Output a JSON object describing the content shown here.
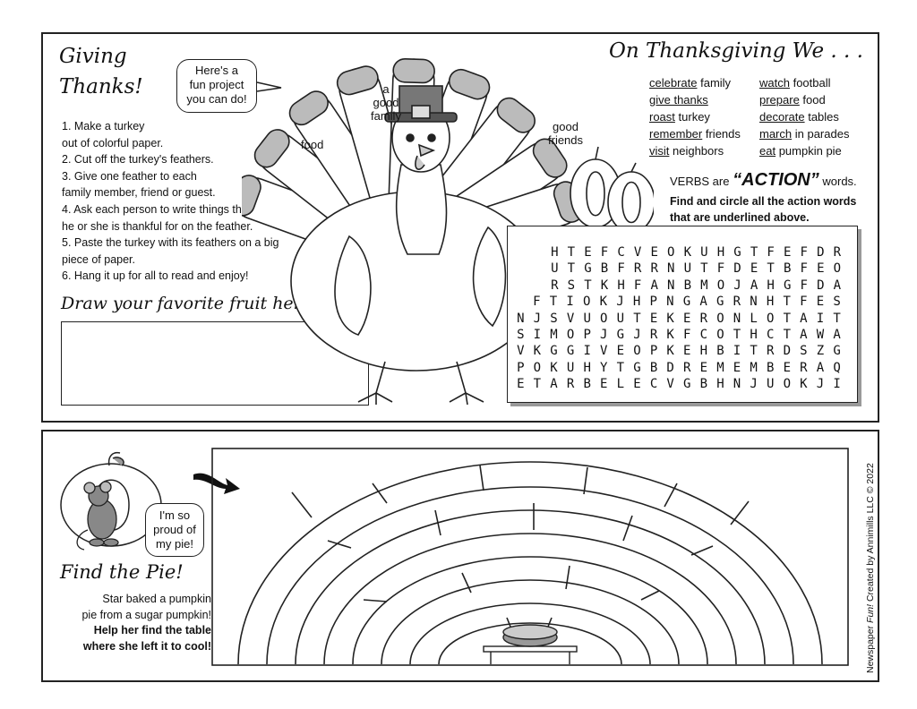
{
  "top": {
    "title_line1": "Giving",
    "title_line2": "Thanks!",
    "bubble": [
      "Here's a",
      "fun project",
      "you can do!"
    ],
    "steps": [
      "1. Make a turkey\n    out of colorful paper.",
      "2. Cut off the turkey's feathers.",
      "3. Give one feather to each\n    family member, friend or guest.",
      "4. Ask each person to write things that\n    he or she is thankful for on the feather.",
      "5. Paste the turkey with its feathers on a big\n    piece of paper.",
      "6. Hang it up for all to read and enjoy!"
    ],
    "draw_prompt": "Draw your favorite fruit here:",
    "feather_words": {
      "food": "food",
      "family": [
        "a",
        "good",
        "family"
      ],
      "friends": [
        "good",
        "friends"
      ]
    }
  },
  "verbs": {
    "title": "On Thanksgiving We . . .",
    "left": [
      {
        "verb": "celebrate",
        "rest": " family"
      },
      {
        "verb": "give thanks",
        "rest": ""
      },
      {
        "verb": "roast",
        "rest": " turkey"
      },
      {
        "verb": "remember",
        "rest": " friends"
      },
      {
        "verb": "visit",
        "rest": " neighbors"
      }
    ],
    "right": [
      {
        "verb": "watch",
        "rest": " football"
      },
      {
        "verb": "prepare",
        "rest": " food"
      },
      {
        "verb": "decorate",
        "rest": " tables"
      },
      {
        "verb": "march",
        "rest": " in parades"
      },
      {
        "verb": "eat",
        "rest": " pumpkin pie"
      }
    ],
    "note_pre": "VERBS are ",
    "note_action": "“ACTION”",
    "note_post": " words.",
    "instr1": "Find and circle all the action words",
    "instr2": "that are underlined above."
  },
  "wordsearch": [
    "HTEFCVEOKUHGTFEFDR",
    "UTGBFRRNUTFDETBFEO",
    "RSTKHFANBMOJAHGFDA",
    "FTIOKJHPNGAGRNHTFES",
    "NJSVUOUTEKERONLOTAIT",
    "SIMOPJGJRKFCOTHCTAWA",
    "VKGGIVEOPKEHBITRDSZG",
    "POKUHYTGBDREMEMBERAQ",
    "ETARBELECVGBHNJUOKJI"
  ],
  "bottom": {
    "mouse_bubble": [
      "I'm so",
      "proud of",
      "my pie!"
    ],
    "title": "Find the Pie!",
    "line1": "Star baked a pumpkin",
    "line2": "pie from a sugar pumpkin!",
    "line3": "Help her find the table",
    "line4": "where she left it to cool!"
  },
  "credit": {
    "pre": "Newspaper ",
    "fun": "Fun!",
    "post": " Created by Annimills LLC © 2022"
  }
}
